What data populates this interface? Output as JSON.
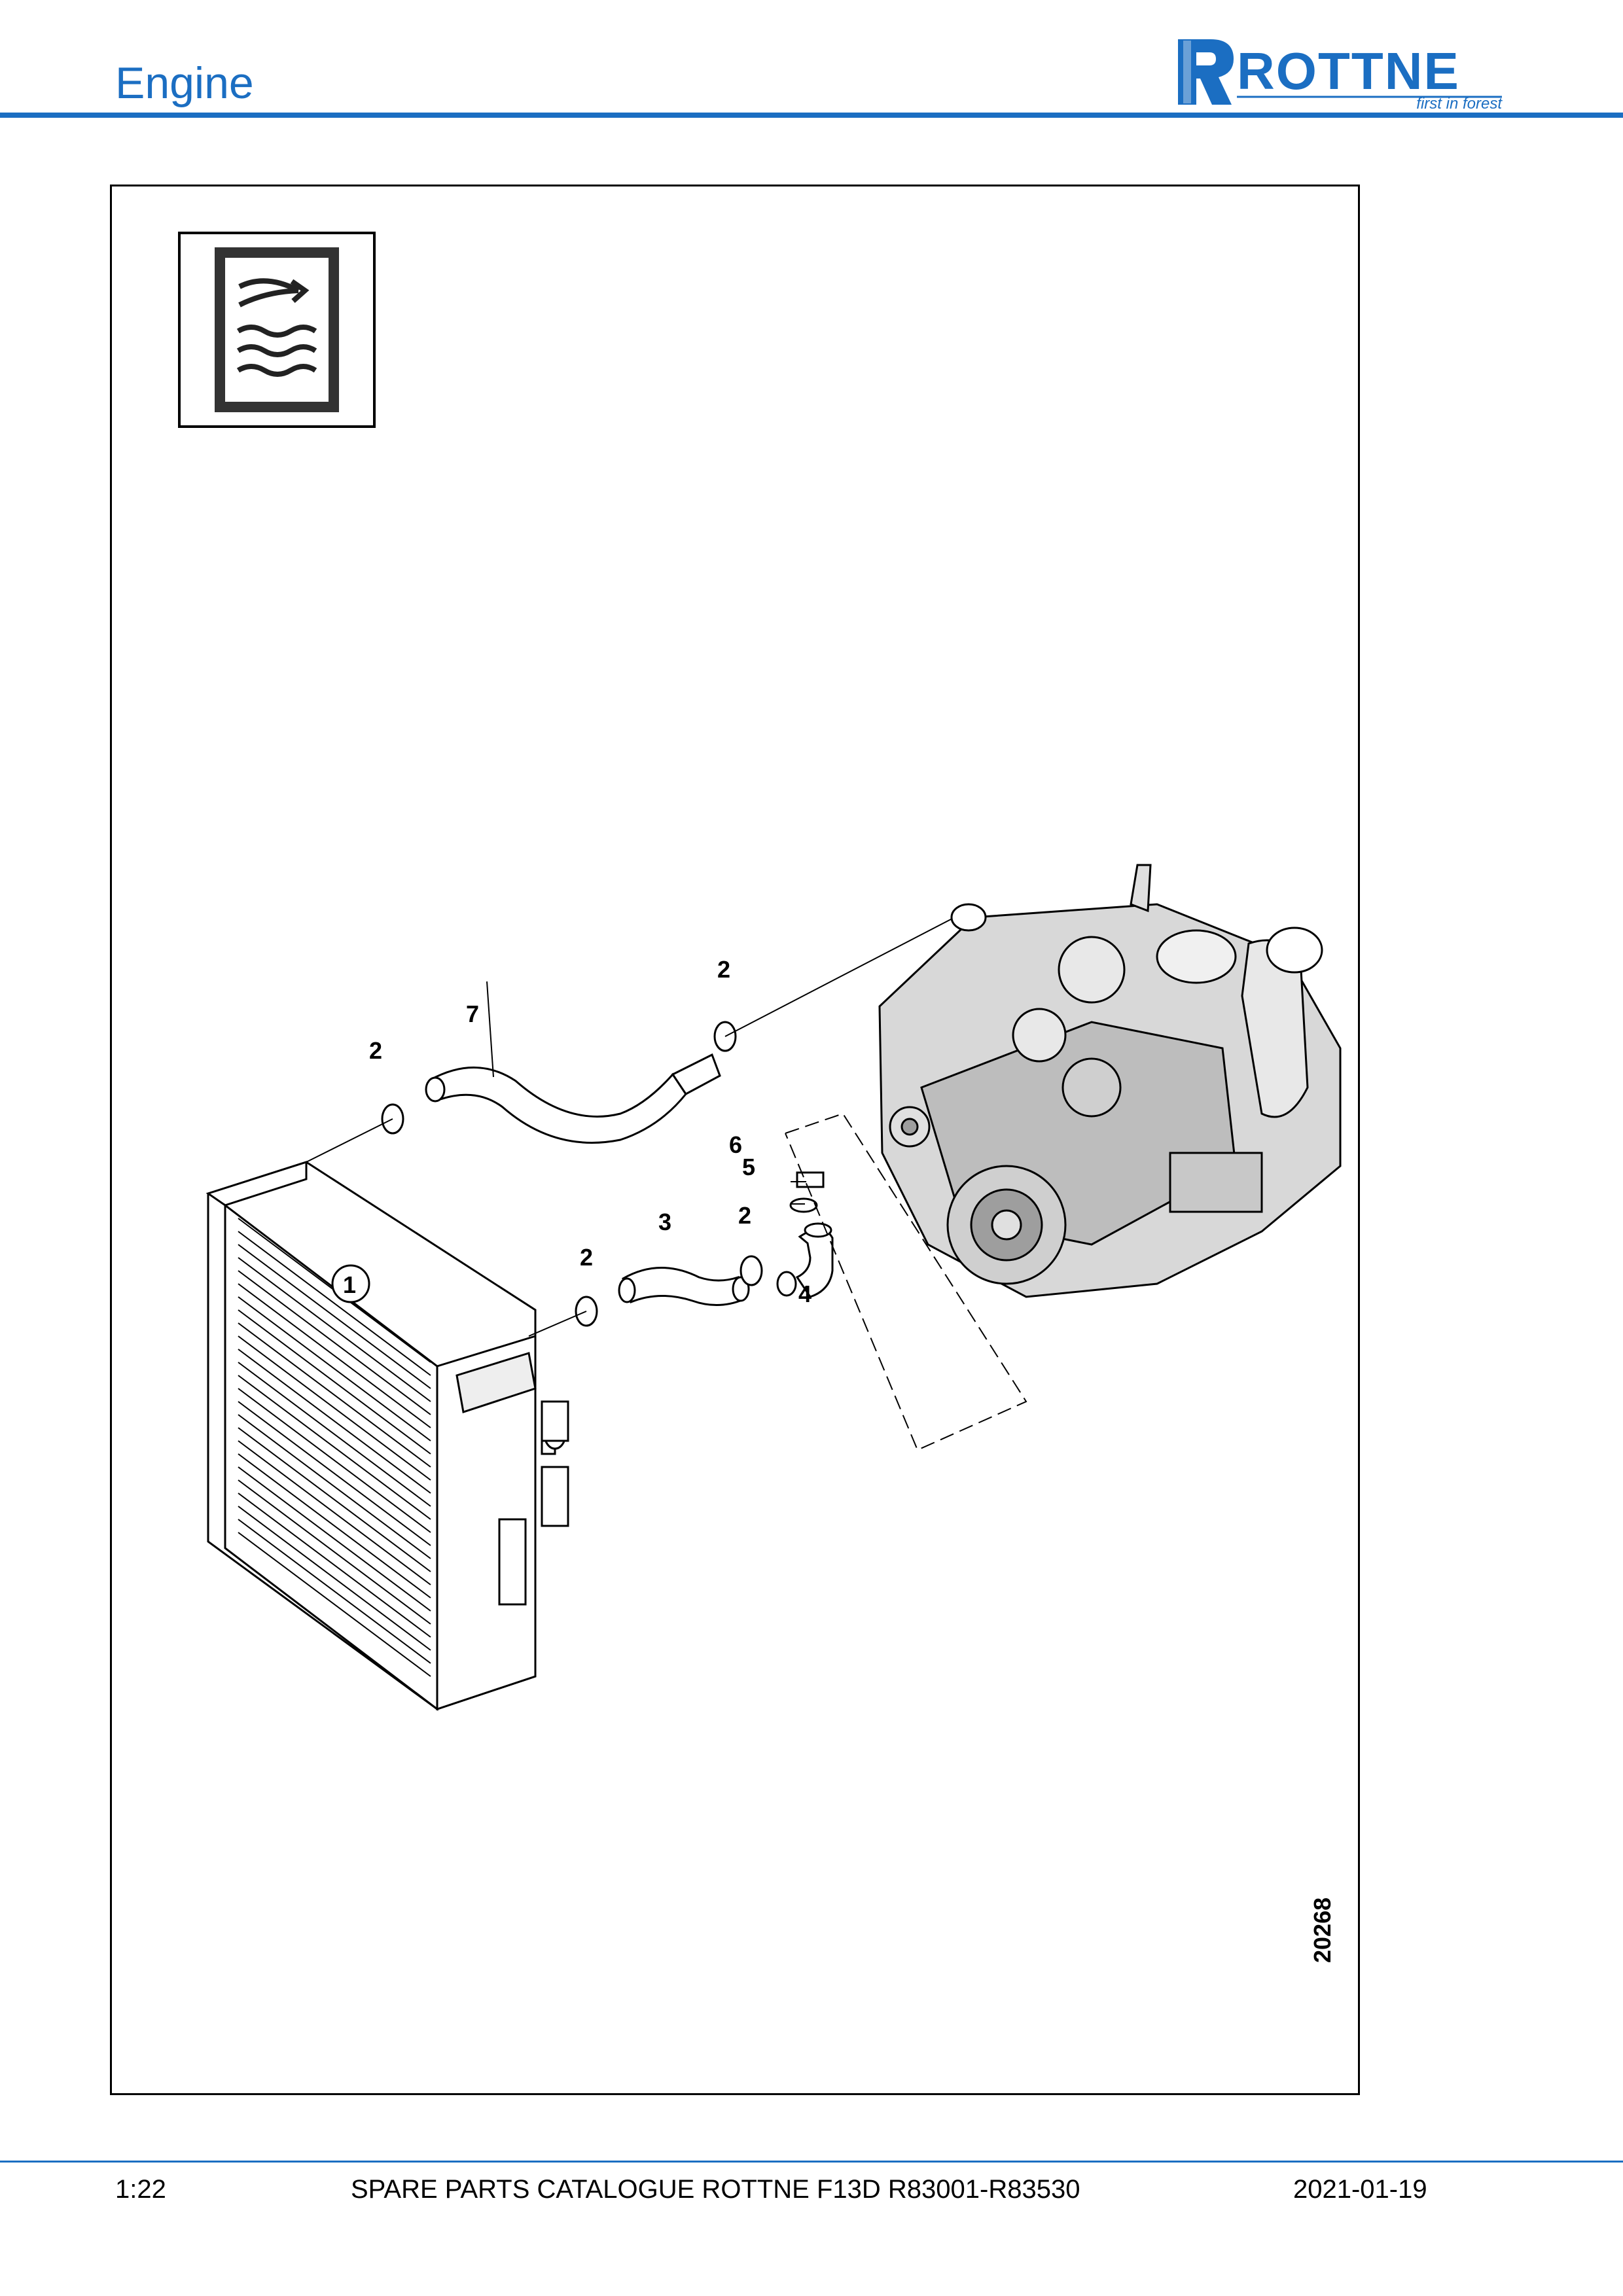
{
  "header": {
    "section_title": "Engine",
    "brand_name": "ROTTNE",
    "brand_tagline": "first in forest",
    "brand_color": "#1b6ec2"
  },
  "figure": {
    "id": "20268",
    "icon": "cooling-system-icon",
    "callouts": {
      "c1": "1",
      "c2a": "2",
      "c2b": "2",
      "c2c": "2",
      "c2d": "2",
      "c3": "3",
      "c4": "4",
      "c5": "5",
      "c6": "6",
      "c7": "7"
    }
  },
  "footer": {
    "page": "1:22",
    "catalogue": "SPARE PARTS CATALOGUE ROTTNE F13D R83001-R83530",
    "date": "2021-01-19"
  }
}
